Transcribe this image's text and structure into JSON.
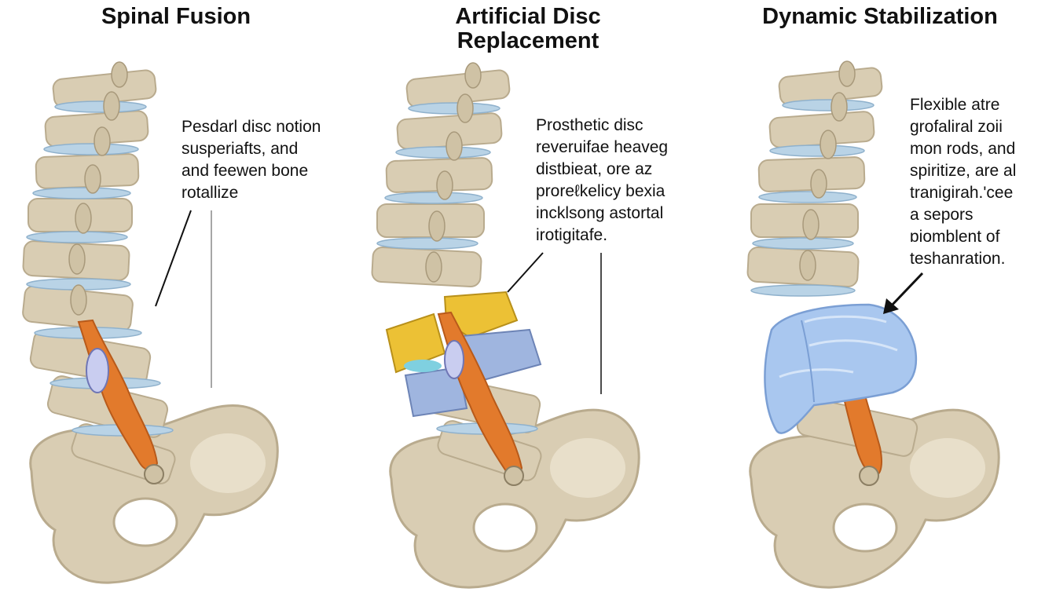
{
  "colors": {
    "bone": "#d9cdb3",
    "bone_shade": "#b9ab8e",
    "disc": "#b9d3e6",
    "nerve": "#e27a2c",
    "implant_yellow": "#ecc135",
    "implant_blue": "#9fb5df",
    "stabilizer_blue": "#a9c7ef",
    "text": "#111111"
  },
  "panels": [
    {
      "title_lines": [
        "Spinal Fusion"
      ],
      "caption_lines": [
        "Pesdarl disc notion",
        "susperiafts, and",
        "and feewen bone",
        "rotallize"
      ]
    },
    {
      "title_lines": [
        "Artificial Disc",
        "Replacement"
      ],
      "caption_lines": [
        "Prosthetic disc",
        "reveruifae heaveg",
        "distbieat, ore az",
        "proreℓkelicy bexia",
        "incklsong astortal",
        "irotigitafe."
      ]
    },
    {
      "title_lines": [
        "Dynamic Stabilization"
      ],
      "caption_lines": [
        "Flexible atre",
        "grofaliral zoii",
        "mon rods, and",
        "spiritize, are al",
        "tranigirah.'cee",
        "a sepors",
        "ɒiomblent of",
        "teshanration."
      ]
    }
  ]
}
